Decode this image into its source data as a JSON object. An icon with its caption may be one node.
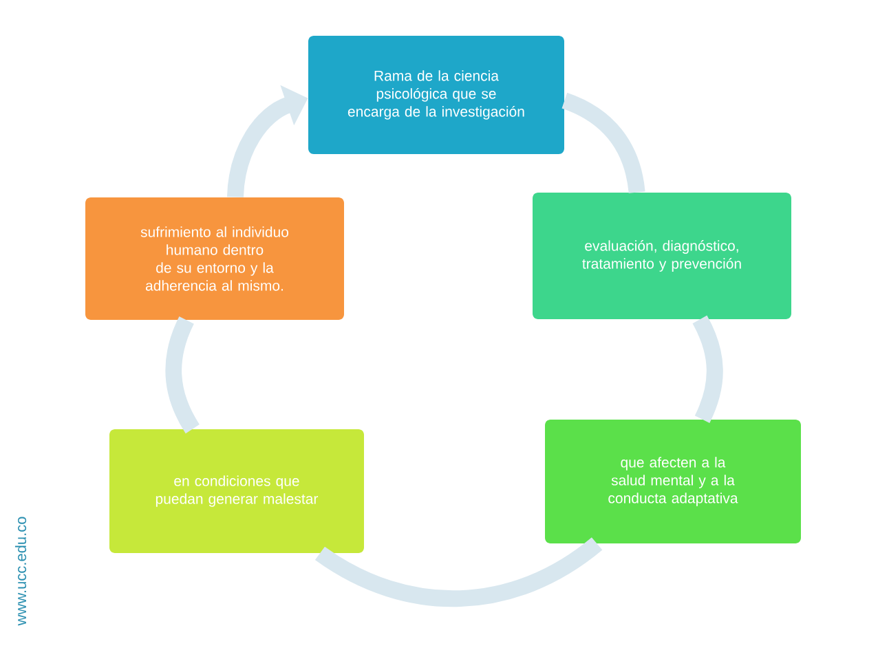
{
  "diagram": {
    "nodes": [
      {
        "text": [
          "Rama de la ciencia psicológica que se encarga de la investigación"
        ]
      },
      {
        "text": [
          "evaluación, diagnóstico, tratamiento y prevención"
        ]
      },
      {
        "text": [
          "que afecten a la salud mental y a la conducta adaptativa"
        ]
      },
      {
        "text": [
          "en condiciones que puedan generar malestar"
        ]
      },
      {
        "text": [
          "sufrimiento al individuo humano dentro de su entorno y la adherencia al mismo."
        ]
      }
    ],
    "edges": [
      {
        "from": 0,
        "to": 1,
        "arrow": "none"
      },
      {
        "from": 1,
        "to": 2,
        "arrow": "none"
      },
      {
        "from": 2,
        "to": 3,
        "arrow": "none"
      },
      {
        "from": 3,
        "to": 4,
        "arrow": "none"
      },
      {
        "from": 4,
        "to": 0,
        "arrow": "to"
      }
    ],
    "labels": [
      "www.ucc.edu.co"
    ]
  }
}
